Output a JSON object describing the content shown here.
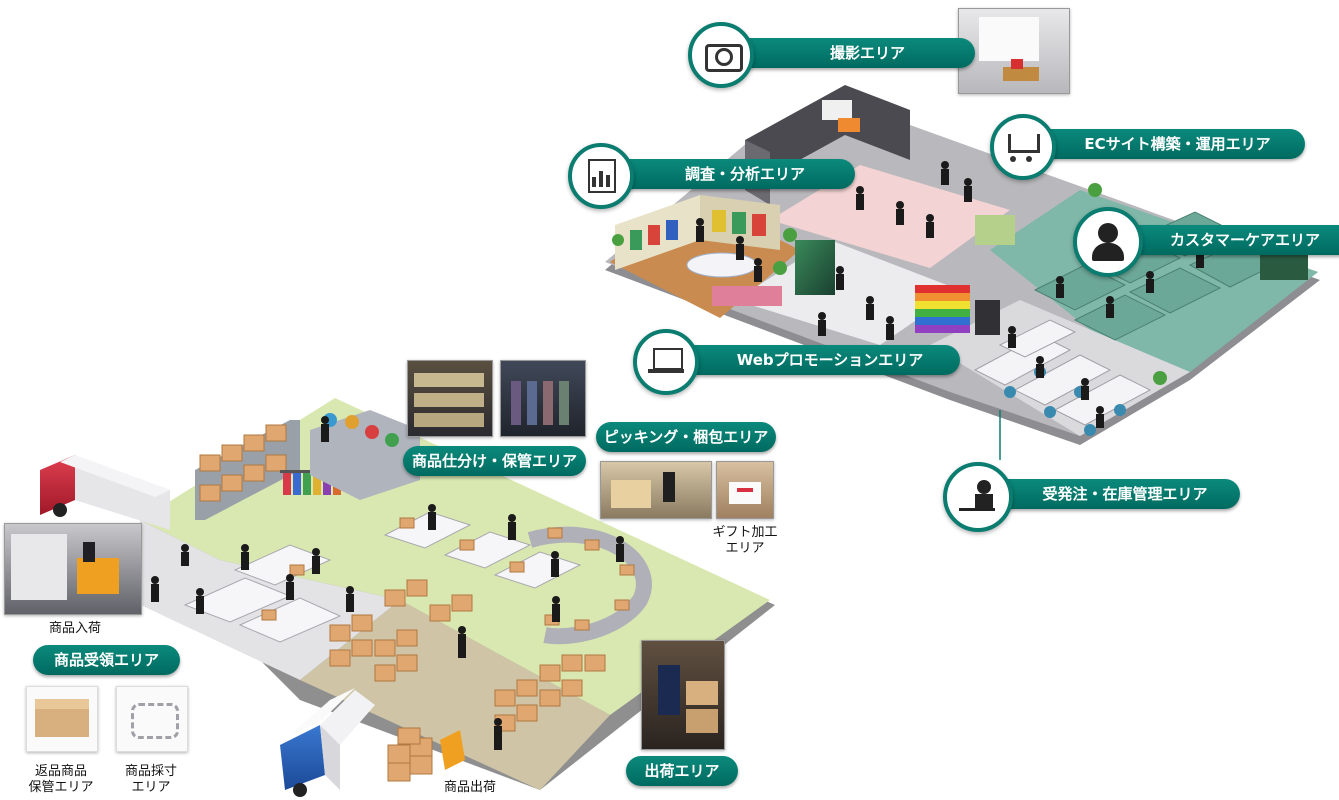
{
  "colors": {
    "label_fill": "#00796b",
    "label_dark": "#005f55",
    "floor_green": "#d9e8b0",
    "floor_gray": "#e3e3e6",
    "floor_beige": "#cfc5a6",
    "box": "#e0a870",
    "office_floor": "#b9b9bd",
    "wood_floor": "#c98b4f",
    "teal_carpet": "#7fb7a8"
  },
  "areas": {
    "photo": "撮影エリア",
    "ec": "ECサイト構築・運用エリア",
    "research": "調査・分析エリア",
    "customer": "カスタマーケアエリア",
    "web": "Webプロモーションエリア",
    "order": "受発注・在庫管理エリア",
    "sorting": "商品仕分け・保管エリア",
    "picking": "ピッキング・梱包エリア",
    "receiving": "商品受領エリア",
    "shipping": "出荷エリア"
  },
  "captions": {
    "gift": "ギフト加工\nエリア",
    "inbound": "商品入荷",
    "returns": "返品商品\n保管エリア",
    "measure": "商品採寸\nエリア",
    "outbound": "商品出荷"
  },
  "icons": {
    "photo": "camera-icon",
    "ec": "cart-icon",
    "research": "report-chart-icon",
    "customer": "headset-operator-icon",
    "web": "laptop-icon",
    "order": "desk-worker-icon"
  }
}
